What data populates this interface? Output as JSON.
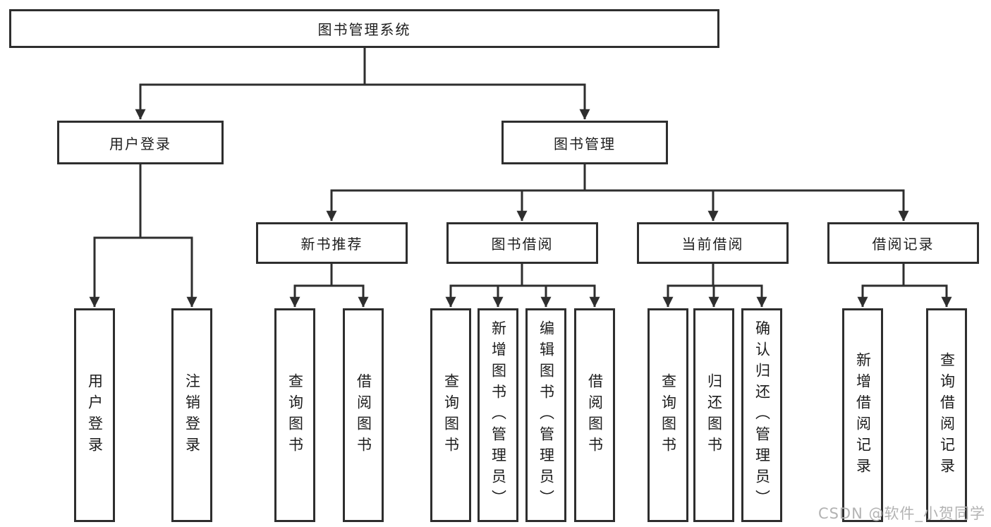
{
  "diagram": {
    "root": {
      "label": "图书管理系统"
    },
    "branches": [
      {
        "label": "用户登录",
        "children": [
          {
            "label": "用户登录"
          },
          {
            "label": "注销登录"
          }
        ]
      },
      {
        "label": "图书管理",
        "children": [
          {
            "label": "新书推荐",
            "children": [
              {
                "label": "查询图书"
              },
              {
                "label": "借阅图书"
              }
            ]
          },
          {
            "label": "图书借阅",
            "children": [
              {
                "label": "查询图书"
              },
              {
                "label": "新增图书（管理员）"
              },
              {
                "label": "编辑图书（管理员）"
              },
              {
                "label": "借阅图书"
              }
            ]
          },
          {
            "label": "当前借阅",
            "children": [
              {
                "label": "查询图书"
              },
              {
                "label": "归还图书"
              },
              {
                "label": "确认归还（管理员）"
              }
            ]
          },
          {
            "label": "借阅记录",
            "children": [
              {
                "label": "新增借阅记录"
              },
              {
                "label": "查询借阅记录"
              }
            ]
          }
        ]
      }
    ]
  },
  "watermark": {
    "text": "CSDN @软件_小贺同学"
  },
  "colors": {
    "line": "#2e2e2e",
    "box_border": "#2e2e2e",
    "text": "#1d1d1d",
    "background": "#ffffff",
    "watermark": "#b3b3b3"
  }
}
